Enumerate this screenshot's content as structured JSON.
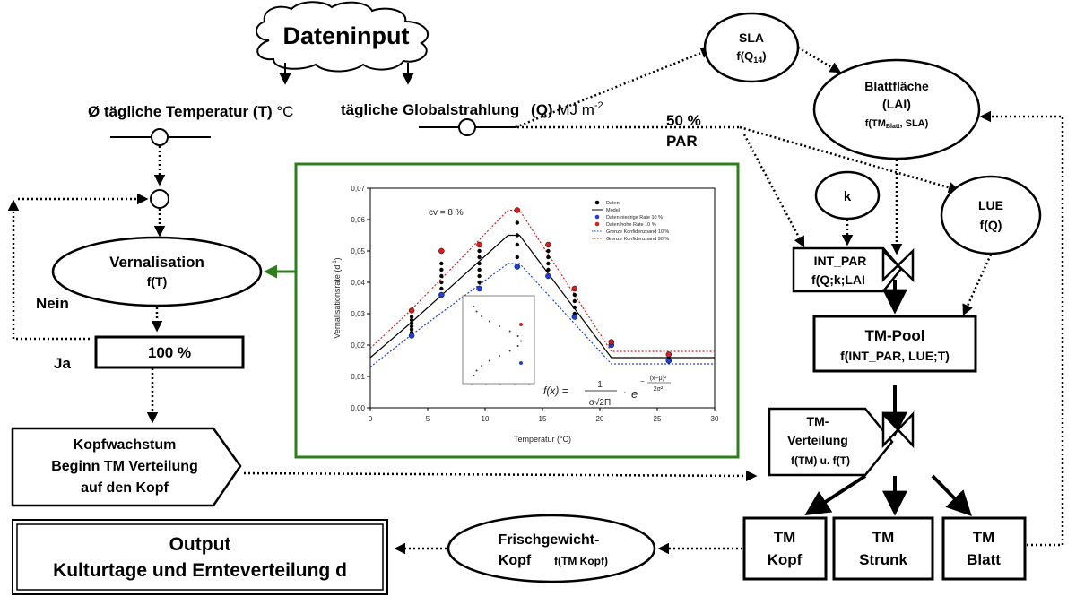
{
  "input": {
    "title": "Dateninput",
    "temp_label": "Ø tägliche Temperatur",
    "temp_sym": "(T)",
    "temp_unit": "°C",
    "rad_label": "tägliche Globalstrahlung",
    "rad_sym": "(Q)",
    "rad_unit": "MJ m",
    "rad_exp": "-2",
    "par_pct": "50 %",
    "par_label": "PAR"
  },
  "left": {
    "vern_title": "Vernalisation",
    "vern_func": "f(T)",
    "nein": "Nein",
    "ja": "Ja",
    "pct100": "100 %",
    "kopf_1": "Kopfwachstum",
    "kopf_2": "Beginn TM Verteilung",
    "kopf_3": "auf den Kopf",
    "output_1": "Output",
    "output_2": "Kulturtage und Ernteverteilung d",
    "frisch_1": "Frischgewicht-",
    "frisch_2": "Kopf",
    "frisch_func": "f(TM Kopf)"
  },
  "right": {
    "sla_title": "SLA",
    "sla_func_pre": "f(Q",
    "sla_func_sub": "14",
    "sla_func_post": ")",
    "blatt_title": "Blattfläche",
    "blatt_sub": "(LAI)",
    "blatt_func_pre": "f(TM",
    "blatt_func_sub": "Blatt",
    "blatt_func_post": ", SLA)",
    "k": "k",
    "lue_title": "LUE",
    "lue_func": "f(Q)",
    "int_title": "INT_PAR",
    "int_func": "f(Q;k;LAI",
    "pool_title": "TM-Pool",
    "pool_func": "f(INT_PAR,  LUE;T)",
    "vert_1": "TM-",
    "vert_2": "Verteilung",
    "vert_3": "f(TM)  u. f(T)",
    "tm_kopf_1": "TM",
    "tm_kopf_2": "Kopf",
    "tm_strunk_1": "TM",
    "tm_strunk_2": "Strunk",
    "tm_blatt_1": "TM",
    "tm_blatt_2": "Blatt"
  },
  "chart_data": {
    "type": "scatter",
    "xlabel": "Temperatur (°C)",
    "ylabel": "Vernalisationsrate (d-1)",
    "ylabel_base": "Vernalisationsrate",
    "ylabel_unit": "(d",
    "ylabel_exp": "-1",
    "ylabel_close": ")",
    "xlim": [
      0,
      30
    ],
    "ylim": [
      0,
      0.07
    ],
    "x_ticks": [
      "0",
      "5",
      "10",
      "15",
      "20",
      "25",
      "30"
    ],
    "y_ticks": [
      "0,00",
      "0,01",
      "0,02",
      "0,03",
      "0,04",
      "0,05",
      "0,06",
      "0,07"
    ],
    "cv_label": "cv = 8 %",
    "formula": {
      "lhs": "f(x) =",
      "num": "1",
      "den": "σ√2Π",
      "dot": "·",
      "e": "e",
      "exp_num": "(x−μ)²",
      "exp_den": "2σ²",
      "exp_minus": "−"
    },
    "legend": [
      {
        "label": "Daten",
        "kind": "dot",
        "color": "#000000"
      },
      {
        "label": "Modell",
        "kind": "line",
        "color": "#000000"
      },
      {
        "label": "Daten niedrige Rate 10 %",
        "kind": "dot",
        "color": "#1f3fd6"
      },
      {
        "label": "Daten hohe Rate 10 %",
        "kind": "dot",
        "color": "#d42020"
      },
      {
        "label": "Grenze Konfidenzband 10 %",
        "kind": "dotted",
        "color": "#1f3fd6"
      },
      {
        "label": "Grenze Konfidenzband 90 %",
        "kind": "dotted",
        "color": "#d42020"
      }
    ],
    "model_line": {
      "x": [
        0,
        3.5,
        12,
        13,
        21,
        30
      ],
      "y": [
        0.016,
        0.027,
        0.055,
        0.055,
        0.016,
        0.016
      ]
    },
    "upper_band": {
      "x": [
        0,
        3.5,
        12,
        13,
        21,
        30
      ],
      "y": [
        0.019,
        0.031,
        0.063,
        0.063,
        0.018,
        0.018
      ]
    },
    "lower_band": {
      "x": [
        0,
        3.5,
        12,
        13,
        21,
        30
      ],
      "y": [
        0.013,
        0.023,
        0.046,
        0.046,
        0.014,
        0.014
      ]
    },
    "points_black": [
      [
        3.6,
        0.024
      ],
      [
        3.6,
        0.025
      ],
      [
        3.6,
        0.026
      ],
      [
        3.6,
        0.027
      ],
      [
        3.6,
        0.028
      ],
      [
        3.6,
        0.029
      ],
      [
        6.2,
        0.036
      ],
      [
        6.2,
        0.038
      ],
      [
        6.2,
        0.04
      ],
      [
        6.2,
        0.042
      ],
      [
        6.2,
        0.044
      ],
      [
        6.2,
        0.046
      ],
      [
        9.5,
        0.04
      ],
      [
        9.5,
        0.042
      ],
      [
        9.5,
        0.044
      ],
      [
        9.5,
        0.046
      ],
      [
        9.5,
        0.048
      ],
      [
        9.5,
        0.05
      ],
      [
        12.8,
        0.048
      ],
      [
        12.8,
        0.052
      ],
      [
        12.8,
        0.055
      ],
      [
        12.8,
        0.059
      ],
      [
        15.5,
        0.042
      ],
      [
        15.5,
        0.044
      ],
      [
        15.5,
        0.046
      ],
      [
        15.5,
        0.048
      ],
      [
        15.5,
        0.05
      ],
      [
        17.8,
        0.03
      ],
      [
        17.8,
        0.032
      ],
      [
        17.8,
        0.034
      ],
      [
        17.8,
        0.036
      ],
      [
        21,
        0.02
      ],
      [
        21,
        0.021
      ],
      [
        26,
        0.016
      ],
      [
        26,
        0.017
      ]
    ],
    "points_blue": [
      [
        3.6,
        0.023
      ],
      [
        6.2,
        0.036
      ],
      [
        9.5,
        0.038
      ],
      [
        12.8,
        0.045
      ],
      [
        15.5,
        0.042
      ],
      [
        17.8,
        0.029
      ],
      [
        21,
        0.02
      ],
      [
        26,
        0.015
      ]
    ],
    "points_red": [
      [
        3.6,
        0.031
      ],
      [
        6.2,
        0.05
      ],
      [
        9.5,
        0.052
      ],
      [
        12.8,
        0.063
      ],
      [
        15.5,
        0.052
      ],
      [
        17.8,
        0.038
      ],
      [
        21,
        0.021
      ],
      [
        26,
        0.017
      ]
    ]
  }
}
